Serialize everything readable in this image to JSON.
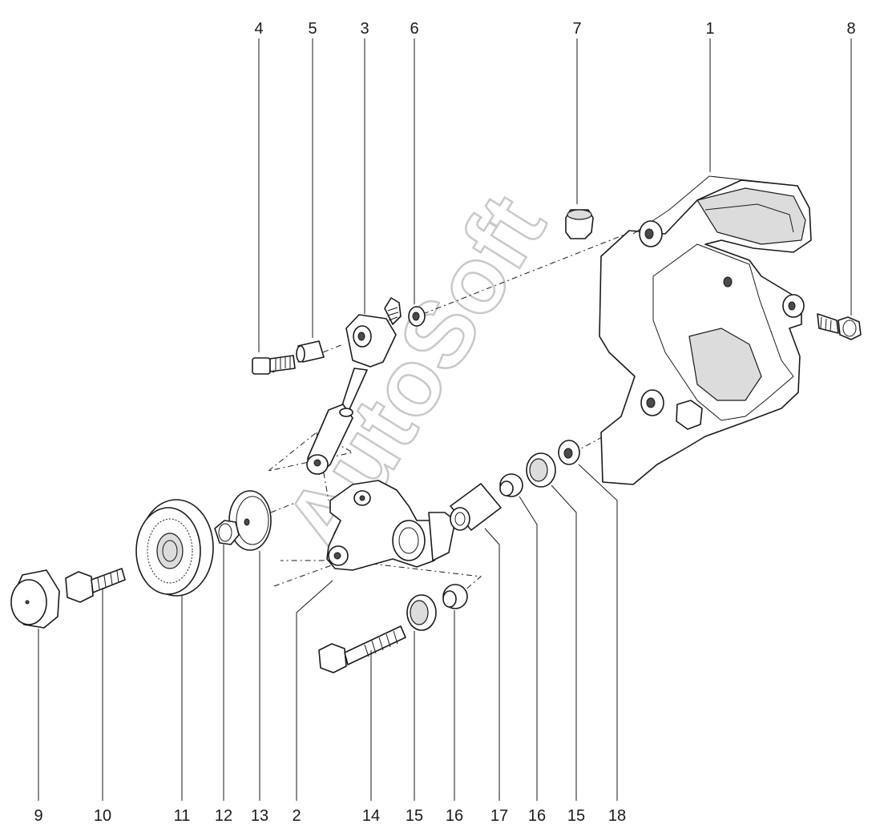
{
  "watermark": "AutoSoft",
  "top_labels": [
    "4",
    "5",
    "3",
    "6",
    "7",
    "1",
    "8"
  ],
  "bottom_labels": [
    "9",
    "10",
    "11",
    "12",
    "13",
    "2",
    "14",
    "15",
    "16",
    "17",
    "16",
    "15",
    "18"
  ]
}
